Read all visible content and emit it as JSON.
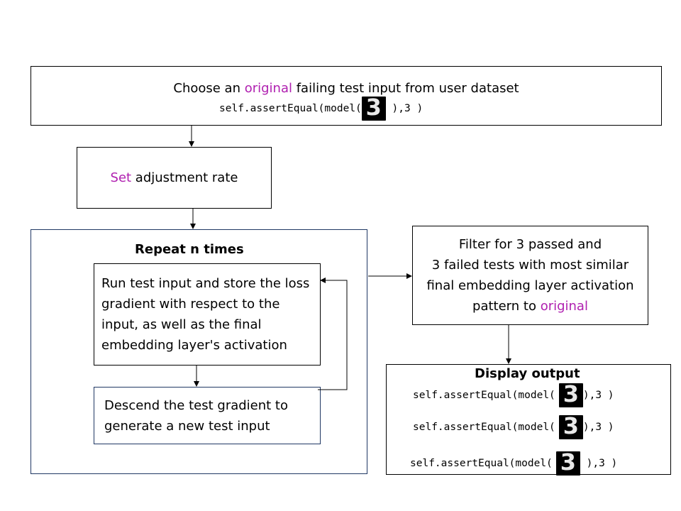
{
  "choose_box": {
    "line1_before": "Choose an ",
    "line1_accent": "original",
    "line1_after": " failing test input from user dataset",
    "code_prefix": "self.assertEqual(model(",
    "code_suffix": " ),3 )",
    "digit": "3"
  },
  "rate_box": {
    "accent": "Set",
    "text": " adjustment rate"
  },
  "loop_container": {
    "title": "Repeat n times"
  },
  "run_box": {
    "lines": [
      "Run test input and store the loss",
      "gradient with respect to the",
      "input, as well as the final",
      "embedding layer's activation"
    ]
  },
  "descend_box": {
    "lines": [
      "Descend the test gradient to",
      "generate a new test input"
    ]
  },
  "filter_box": {
    "line1": "Filter for 3 passed and",
    "line2": "3 failed tests with most  similar",
    "line3": "final embedding layer activation",
    "line4_before": "pattern to ",
    "line4_accent": "original"
  },
  "output_box": {
    "title": "Display output",
    "rows": [
      {
        "prefix": "self.assertEqual(model(",
        "digit": "3",
        "suffix": "),3 )"
      },
      {
        "prefix": "self.assertEqual(model(",
        "digit": "3",
        "suffix": "),3 )"
      },
      {
        "prefix": "self.assertEqual(model(",
        "digit": "3",
        "suffix": " ),3 )"
      }
    ]
  },
  "colors": {
    "accent": "#b020b0",
    "border": "#000000",
    "loop_border": "#203864"
  }
}
